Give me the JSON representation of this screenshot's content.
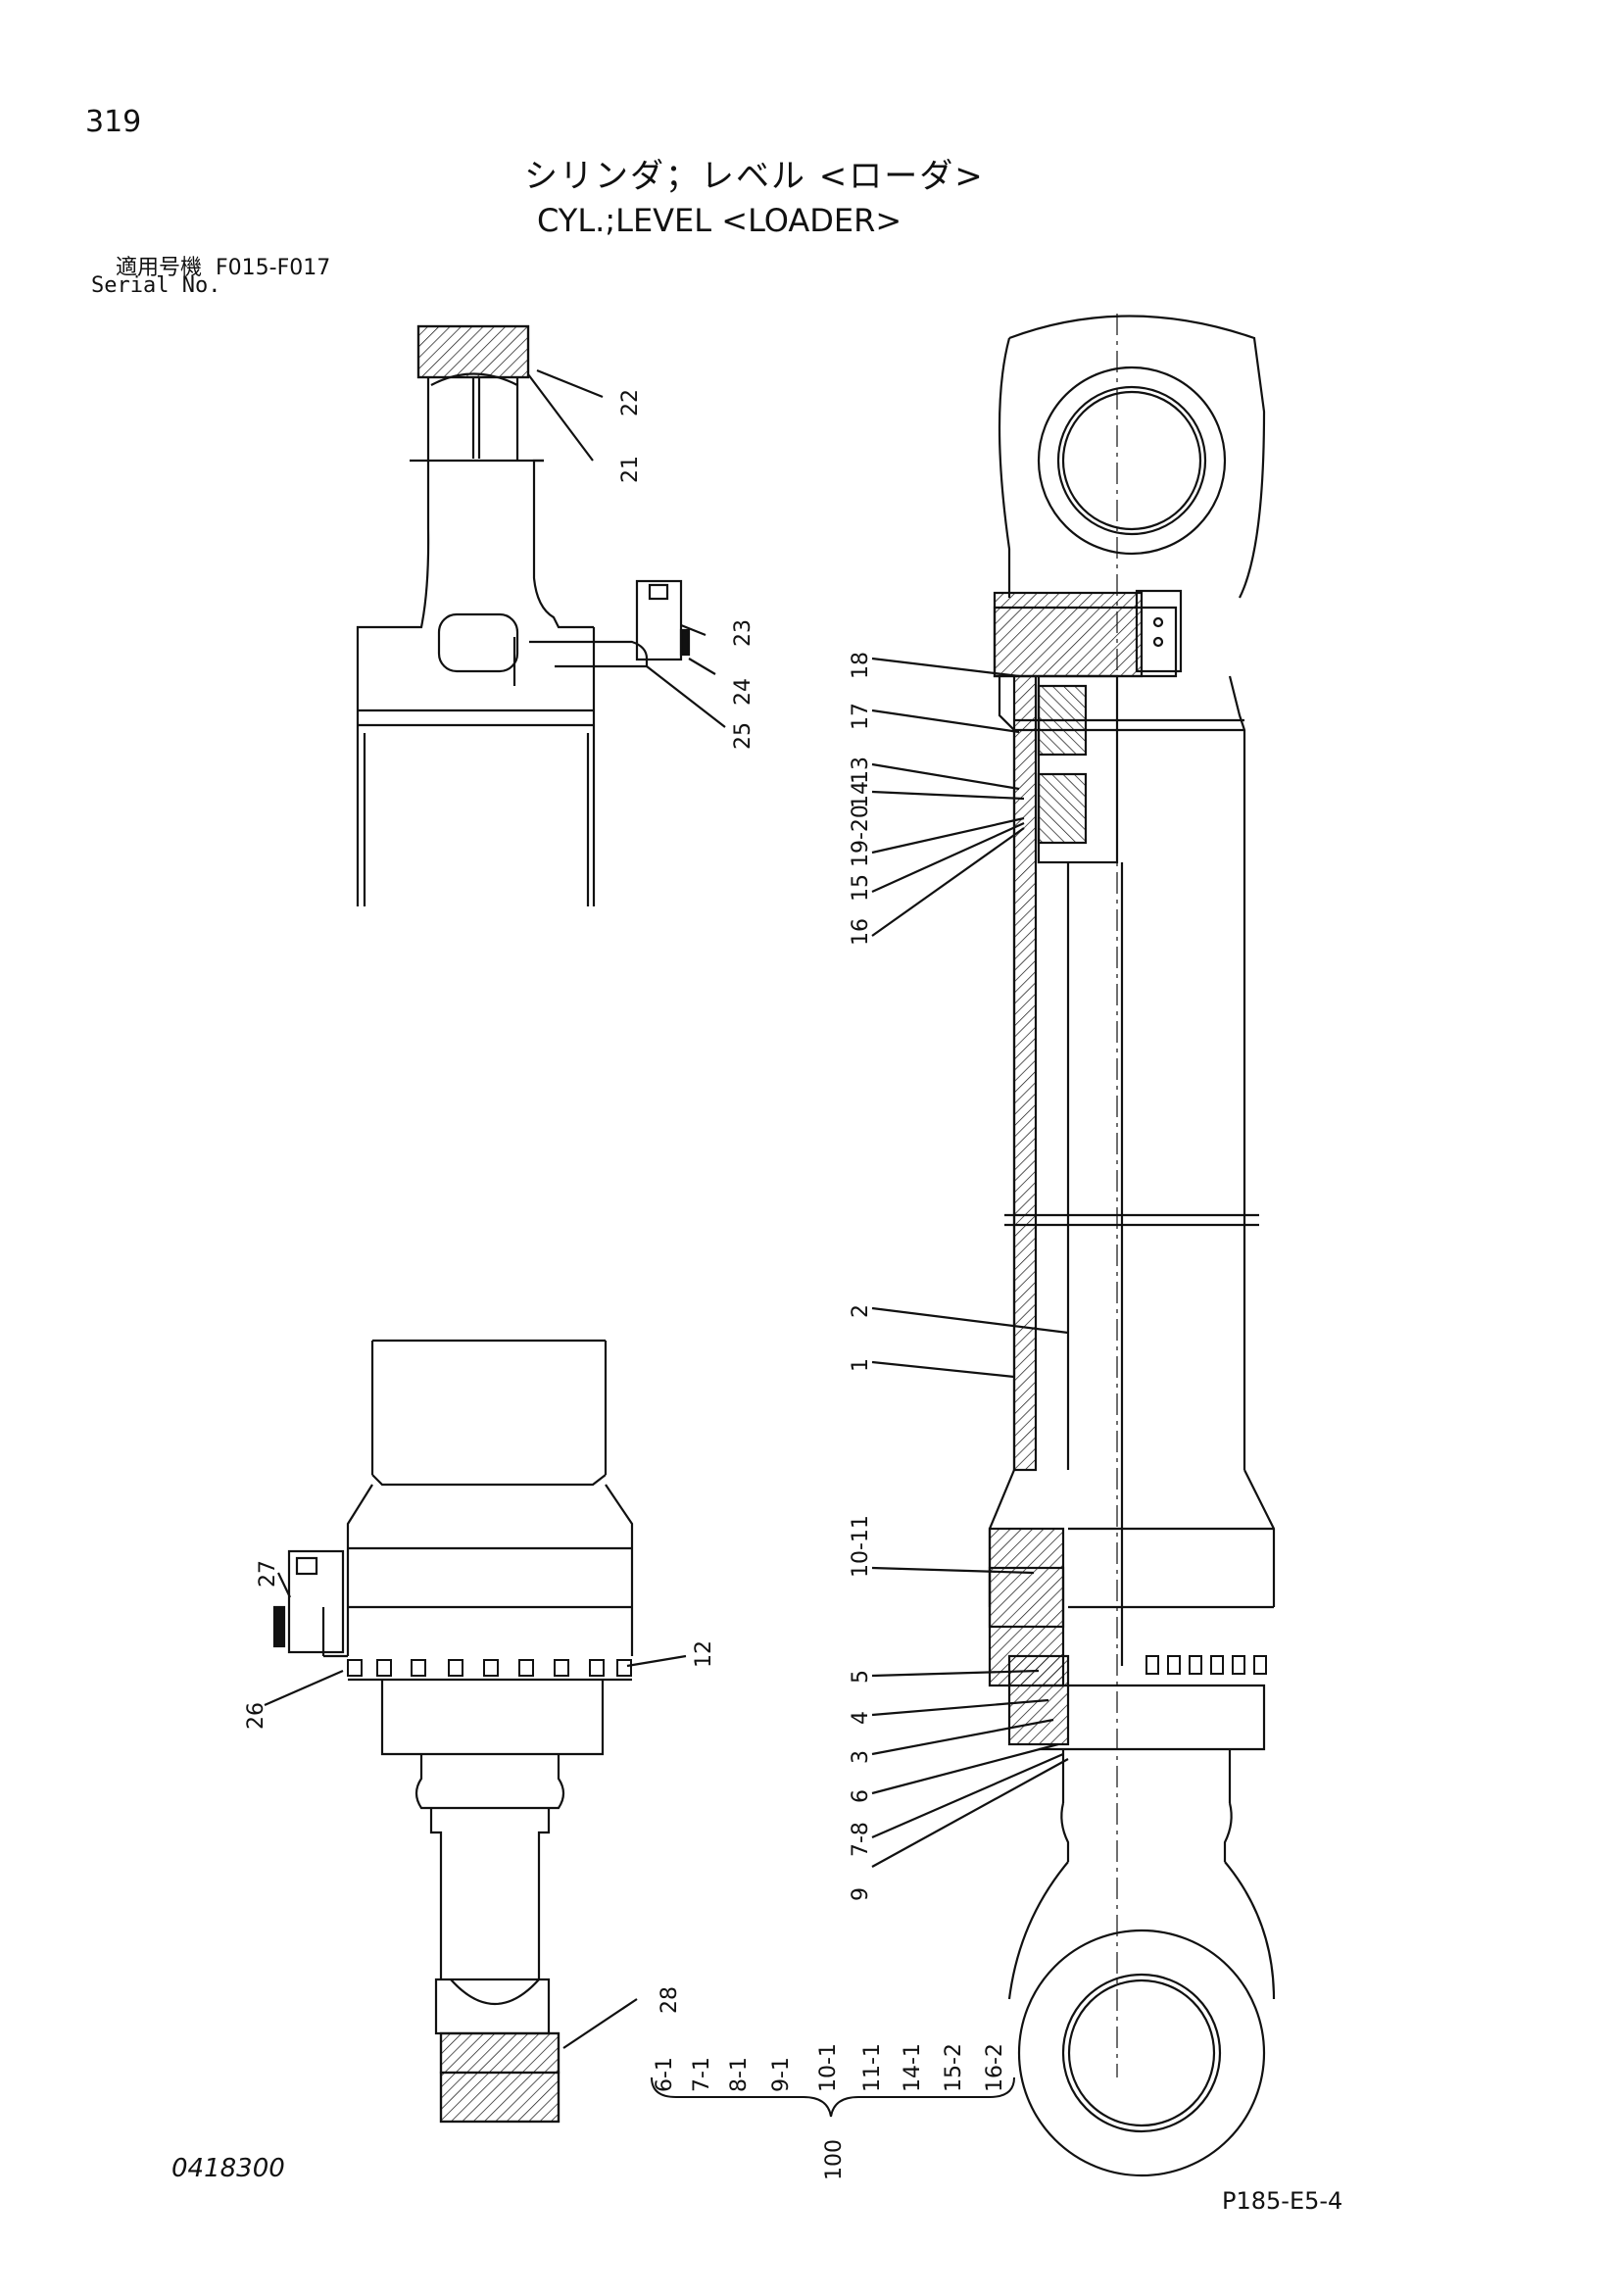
{
  "header": {
    "page_number": "319",
    "title_jp": "シリンダ；レベル <ローダ>",
    "title_en": "CYL.;LEVEL <LOADER>",
    "serial_label_jp": "適用号機",
    "serial_range": "F015-F017",
    "serial_label_en": "Serial No."
  },
  "footer": {
    "doc_code": "0418300",
    "page_code": "P185-E5-4"
  },
  "callouts": {
    "c22": "22",
    "c21": "21",
    "c23": "23",
    "c24": "24",
    "c25": "25",
    "c18": "18",
    "c17": "17",
    "c13": "13",
    "c14": "14",
    "c19_20": "19-20",
    "c15": "15",
    "c16": "16",
    "c2": "2",
    "c1": "1",
    "c10_11": "10-11",
    "c5": "5",
    "c4": "4",
    "c3": "3",
    "c6": "6",
    "c7_8": "7-8",
    "c9": "9",
    "c27": "27",
    "c26": "26",
    "c12": "12",
    "c28": "28"
  },
  "kit": {
    "label": "100",
    "items": [
      "6-1",
      "7-1",
      "8-1",
      "9-1",
      "10-1",
      "11-1",
      "14-1",
      "15-2",
      "16-2"
    ]
  },
  "colors": {
    "ink": "#111111",
    "paper": "#ffffff"
  }
}
